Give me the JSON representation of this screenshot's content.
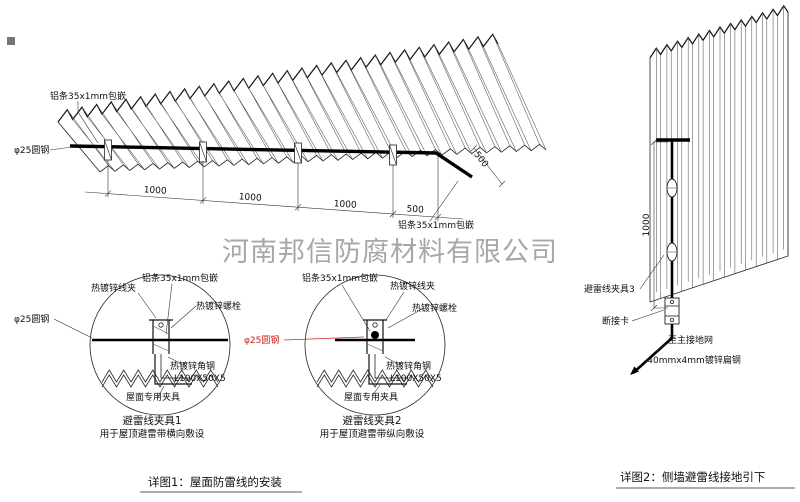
{
  "watermark": "河南邦信防腐材料有限公司",
  "roof": {
    "label_strip_left": "铝条35x1mm包嵌",
    "label_round_steel": "φ25圆钢",
    "label_strip_right": "铝条35x1mm包嵌",
    "dims": {
      "s1": "1000",
      "s2": "1000",
      "s3": "1000",
      "s4": "500",
      "edge": "500"
    }
  },
  "detail1": {
    "title": "避雷线夹具1",
    "subtitle": "用于屋顶避雷带横向敷设",
    "labels": {
      "wire_clip": "热镀锌线夹",
      "strip": "铝条35x1mm包嵌",
      "bolt": "热镀锌螺栓",
      "round_steel": "φ25圆钢",
      "angle_steel": "热镀锌角钢",
      "angle_spec": "L100X50X5",
      "roof_fixture": "屋面专用夹具"
    }
  },
  "detail2": {
    "title": "避雷线夹具2",
    "subtitle": "用于屋顶避雷带纵向敷设",
    "labels": {
      "wire_clip": "热镀锌线夹",
      "strip": "铝条35x1mm包嵌",
      "bolt": "热镀锌螺栓",
      "round_steel": "φ25圆钢",
      "angle_steel": "热镀锌角钢",
      "angle_spec": "L100X50X5",
      "roof_fixture": "屋面专用夹具"
    }
  },
  "wall": {
    "dim": "1000",
    "labels": {
      "clamp3": "避雷线夹具3",
      "disconnect": "断接卡",
      "to_ground": "至主接地网",
      "flat_steel": "-40mmx4mm镀锌扁钢"
    }
  },
  "captions": {
    "c1": "详图1：屋面防雷线的安装",
    "c2": "详图2：侧墙避雷线接地引下"
  },
  "colors": {
    "accent_red": "#cc2222",
    "line": "#1a1a1a",
    "watermark_gray": "#8f8f8f"
  }
}
